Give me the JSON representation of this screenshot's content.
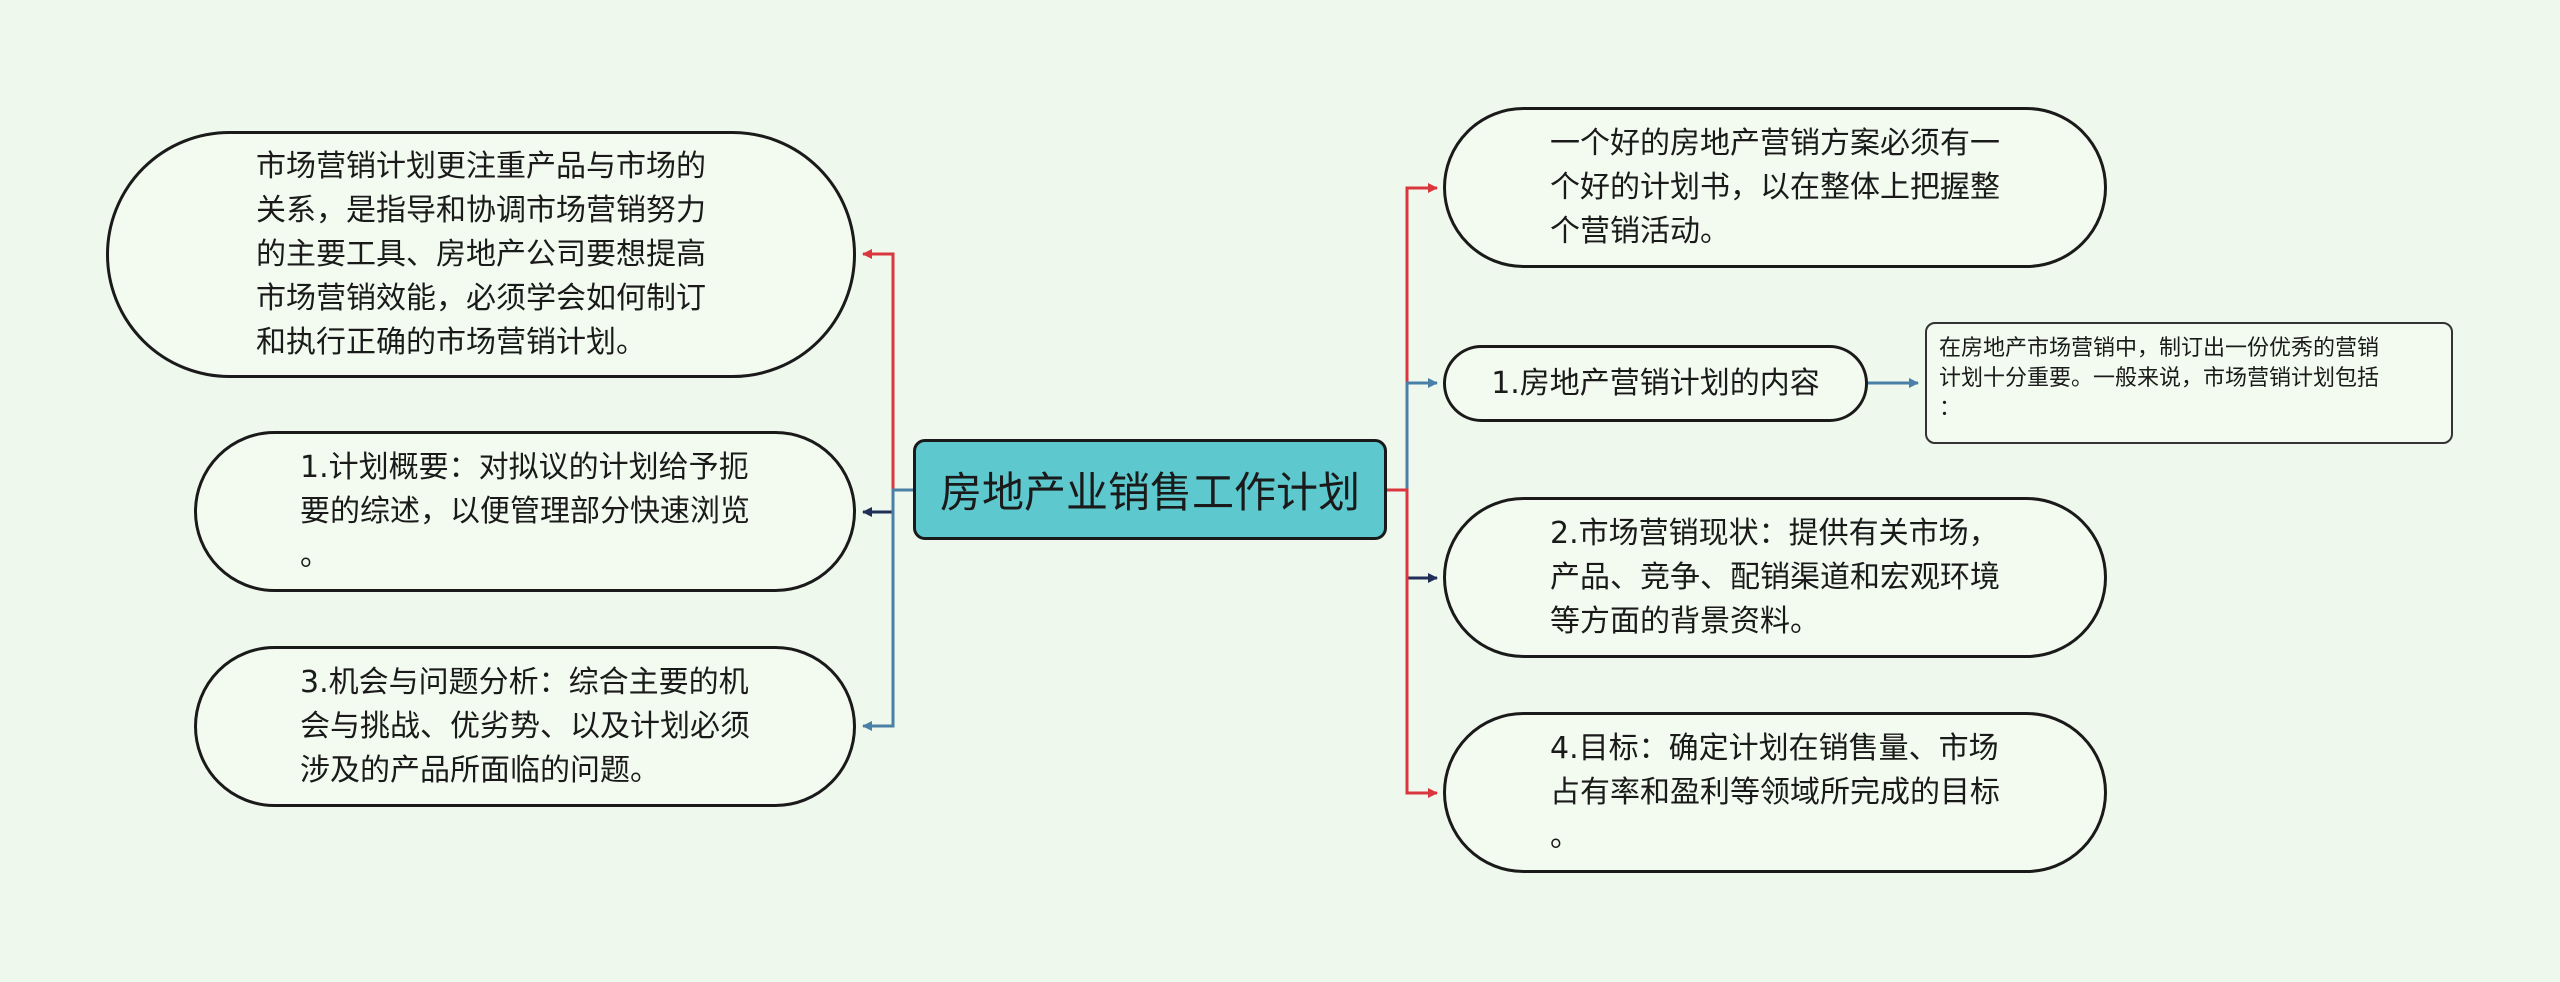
{
  "root": {
    "label": "房地产业销售工作计划"
  },
  "left_nodes": [
    {
      "text": "市场营销计划更注重产品与市场的\n关系，是指导和协调市场营销努力\n的主要工具、房地产公司要想提高\n市场营销效能，必须学会如何制订\n和执行正确的市场营销计划。"
    },
    {
      "text": "1.计划概要：对拟议的计划给予扼\n要的综述，以便管理部分快速浏览\n。"
    },
    {
      "text": "3.机会与问题分析：综合主要的机\n会与挑战、优劣势、以及计划必须\n涉及的产品所面临的问题。"
    }
  ],
  "right_nodes": [
    {
      "text": "一个好的房地产营销方案必须有一\n个好的计划书，以在整体上把握整\n个营销活动。"
    },
    {
      "text": "1.房地产营销计划的内容"
    },
    {
      "text": "2.市场营销现状：提供有关市场，\n产品、竞争、配销渠道和宏观环境\n等方面的背景资料。"
    },
    {
      "text": "4.目标：确定计划在销售量、市场\n占有率和盈利等领域所完成的目标\n。"
    }
  ],
  "detail_note": {
    "text": "在房地产市场营销中，制订出一份优秀的营销\n计划十分重要。一般来说，市场营销计划包括\n："
  },
  "colors": {
    "red": "#d9363e",
    "blue": "#4a7fa8",
    "navy": "#1f2f57",
    "root_fill": "#5ec8cf",
    "background": "#eef8ec"
  }
}
